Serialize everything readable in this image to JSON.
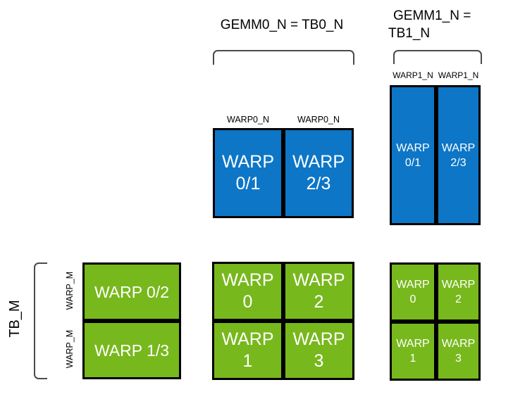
{
  "colors": {
    "blue": "#0d76c6",
    "green": "#77b81c",
    "border": "#000000",
    "bracket": "#4a4a4a",
    "label": "#000000",
    "boxtext": "#ffffff",
    "background": "#ffffff"
  },
  "gemm0": {
    "title": "GEMM0_N = TB0_N",
    "col_labels": [
      "WARP0_N",
      "WARP0_N"
    ],
    "warps": [
      {
        "line1": "WARP",
        "line2": "0/1"
      },
      {
        "line1": "WARP",
        "line2": "2/3"
      }
    ]
  },
  "gemm1": {
    "title_line1": "GEMM1_N =",
    "title_line2": "TB1_N",
    "col_labels": [
      "WARP1_N",
      "WARP1_N"
    ],
    "warps": [
      {
        "line1": "WARP",
        "line2": "0/1"
      },
      {
        "line1": "WARP",
        "line2": "2/3"
      }
    ]
  },
  "tb_m": {
    "label": "TB_M",
    "row_labels": [
      "WARP_M",
      "WARP_M"
    ],
    "warps": [
      "WARP 0/2",
      "WARP 1/3"
    ]
  },
  "warp_grid_gemm0": {
    "cells": [
      {
        "line1": "WARP",
        "line2": "0"
      },
      {
        "line1": "WARP",
        "line2": "2"
      },
      {
        "line1": "WARP",
        "line2": "1"
      },
      {
        "line1": "WARP",
        "line2": "3"
      }
    ]
  },
  "warp_grid_gemm1": {
    "cells": [
      {
        "line1": "WARP",
        "line2": "0"
      },
      {
        "line1": "WARP",
        "line2": "2"
      },
      {
        "line1": "WARP",
        "line2": "1"
      },
      {
        "line1": "WARP",
        "line2": "3"
      }
    ]
  }
}
